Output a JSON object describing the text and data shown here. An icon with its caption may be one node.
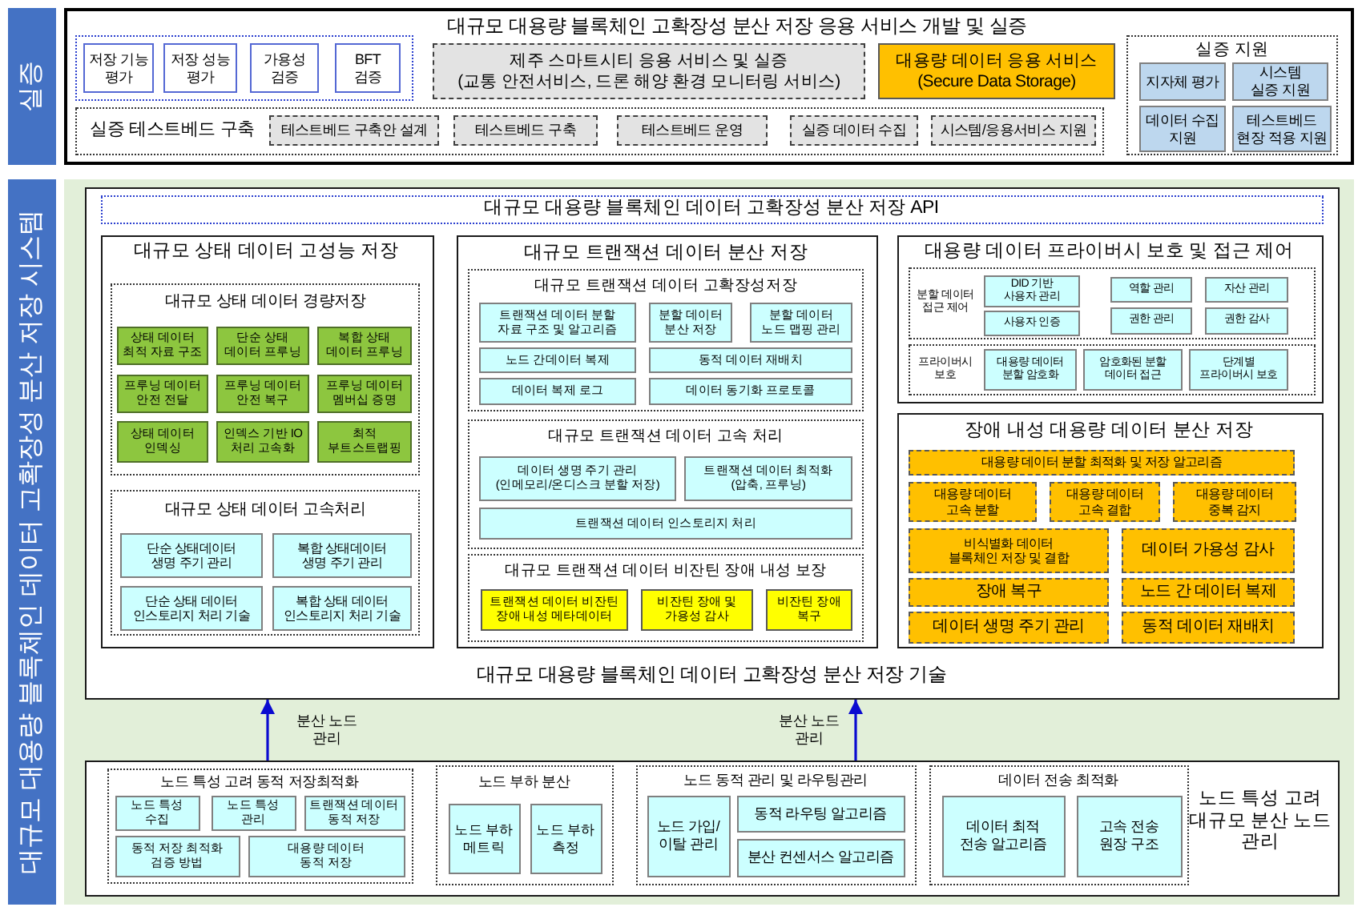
{
  "diagram": {
    "nodes": [
      {
        "text": [
          "실증"
        ]
      },
      {
        "text": [
          "대규모 대용량 블록체인 고확장성 분산 저장 응용 서비스 개발 및 실증"
        ]
      },
      {
        "text": [],
        "shape": "box",
        "in": 1
      },
      {
        "text": [
          "저장 기능 평가"
        ],
        "in": 2
      },
      {
        "text": [
          "저장 성능 평가"
        ],
        "in": 2
      },
      {
        "text": [
          "가용성 검증"
        ],
        "in": 2
      },
      {
        "text": [
          "BFT 검증"
        ],
        "in": 2
      },
      {
        "text": [
          "제주 스마트시티 응용 서비스 및 실증 (교통 안전서비스, 드론 해양 환경 모니터링 서비스)"
        ],
        "in": 1
      },
      {
        "text": [
          "대용량 데이터 응용 서비스 (Secure Data Storage)"
        ],
        "in": 1
      },
      {
        "text": [
          "실증 지원"
        ],
        "in": 1
      },
      {
        "text": [
          "지자체 평가"
        ],
        "in": 9
      },
      {
        "text": [
          "시스템 실증 지원"
        ],
        "in": 9
      },
      {
        "text": [
          "데이터 수집 지원"
        ],
        "in": 9
      },
      {
        "text": [
          "테스트베드 현장 적용 지원"
        ],
        "in": 9
      },
      {
        "text": [
          "실증 테스트베드 구축"
        ],
        "in": 1
      },
      {
        "text": [
          "테스트베드 구축안 설계"
        ],
        "in": 14
      },
      {
        "text": [
          "테스트베드 구축"
        ],
        "in": 14
      },
      {
        "text": [
          "테스트베드 운영"
        ],
        "in": 14
      },
      {
        "text": [
          "실증 데이터 수집"
        ],
        "in": 14
      },
      {
        "text": [
          "시스템/응용서비스 지원"
        ],
        "in": 14
      },
      {
        "text": [
          "대규모 대용량 블록체인 데이터 고확장성 분산 저장 시스템"
        ]
      },
      {
        "text": [
          "대규모 대용량 블록체인 데이터 고확장성 분산 저장 기술"
        ]
      },
      {
        "text": [
          "대규모 대용량 블록체인 데이터 고확장성 분산 저장 API"
        ],
        "in": 21
      },
      {
        "text": [
          "대규모 상태 데이터 고성능 저장"
        ],
        "in": 21
      },
      {
        "text": [
          "대규모 상태 데이터 경량저장"
        ],
        "in": 23
      },
      {
        "text": [
          "상태 데이터 최적 자료 구조"
        ],
        "in": 24
      },
      {
        "text": [
          "단순 상태 데이터 프루닝"
        ],
        "in": 24
      },
      {
        "text": [
          "복합 상태 데이터 프루닝"
        ],
        "in": 24
      },
      {
        "text": [
          "프루닝 데이터 안전 전달"
        ],
        "in": 24
      },
      {
        "text": [
          "프루닝 데이터 안전 복구"
        ],
        "in": 24
      },
      {
        "text": [
          "프루닝 데이터 멤버십 증명"
        ],
        "in": 24
      },
      {
        "text": [
          "상태 데이터 인덱싱"
        ],
        "in": 24
      },
      {
        "text": [
          "인덱스 기반 IO 처리 고속화"
        ],
        "in": 24
      },
      {
        "text": [
          "최적 부트스트랩핑"
        ],
        "in": 24
      },
      {
        "text": [
          "대규모 상태 데이터 고속처리"
        ],
        "in": 23
      },
      {
        "text": [
          "단순 상태데이터 생명 주기 관리"
        ],
        "in": 34
      },
      {
        "text": [
          "복합 상태데이터 생명 주기 관리"
        ],
        "in": 34
      },
      {
        "text": [
          "단순 상태 데이터 인스토리지 처리 기술"
        ],
        "in": 34
      },
      {
        "text": [
          "복합 상태 데이터 인스토리지 처리 기술"
        ],
        "in": 34
      },
      {
        "text": [
          "대규모 트랜잭션 데이터 분산 저장"
        ],
        "in": 21
      },
      {
        "text": [
          "대규모 트랜잭션 데이터 고확장성저장"
        ],
        "in": 39
      },
      {
        "text": [
          "트랜잭션 데이터 분할 자료 구조 및 알고리즘"
        ],
        "in": 40
      },
      {
        "text": [
          "분할 데이터 분산 저장"
        ],
        "in": 40
      },
      {
        "text": [
          "분할 데이터 노드 맵핑 관리"
        ],
        "in": 40
      },
      {
        "text": [
          "노드 간데이터 복제"
        ],
        "in": 40
      },
      {
        "text": [
          "동적 데이터 재배치"
        ],
        "in": 40
      },
      {
        "text": [
          "데이터 복제 로그"
        ],
        "in": 40
      },
      {
        "text": [
          "데이터 동기화 프로토콜"
        ],
        "in": 40
      },
      {
        "text": [
          "대규모 트랜잭션 데이터 고속 처리"
        ],
        "in": 39
      },
      {
        "text": [
          "데이터 생명 주기 관리 (인메모리/온디스크 분할 저장)"
        ],
        "in": 48
      },
      {
        "text": [
          "트랜잭션 데이터 최적화 (압축, 프루닝)"
        ],
        "in": 48
      },
      {
        "text": [
          "트랜잭션 데이터 인스토리지 처리"
        ],
        "in": 48
      },
      {
        "text": [
          "대규모 트랜잭션 데이터 비잔틴 장애 내성 보장"
        ],
        "in": 39
      },
      {
        "text": [
          "트랜잭션 데이터 비잔틴 장애 내성 메타데이터"
        ],
        "in": 52
      },
      {
        "text": [
          "비잔틴 장애 및 가용성 감사"
        ],
        "in": 52
      },
      {
        "text": [
          "비잔틴 장애 복구"
        ],
        "in": 52
      },
      {
        "text": [
          "대용량 데이터 프라이버시 보호 및 접근 제어"
        ],
        "in": 21
      },
      {
        "text": [
          "분할 데이터 접근 제어"
        ],
        "in": 56
      },
      {
        "text": [
          "DID 기반 사용자 관리"
        ],
        "in": 57
      },
      {
        "text": [
          "역할 관리"
        ],
        "in": 57
      },
      {
        "text": [
          "자산 관리"
        ],
        "in": 57
      },
      {
        "text": [
          "사용자 인증"
        ],
        "in": 57
      },
      {
        "text": [
          "권한 관리"
        ],
        "in": 57
      },
      {
        "text": [
          "권한 감사"
        ],
        "in": 57
      },
      {
        "text": [
          "프라이버시 보호"
        ],
        "in": 56
      },
      {
        "text": [
          "대용량 데이터 분할 암호화"
        ],
        "in": 64
      },
      {
        "text": [
          "암호화된 분할 데이터 접근"
        ],
        "in": 64
      },
      {
        "text": [
          "단계별 프라이버시 보호"
        ],
        "in": 64
      },
      {
        "text": [
          "장애 내성 대용량 데이터 분산 저장"
        ],
        "in": 21
      },
      {
        "text": [
          "대용량 데이터 분할 최적화 및 저장 알고리즘"
        ],
        "in": 68
      },
      {
        "text": [
          "대용량 데이터 고속 분할"
        ],
        "in": 68
      },
      {
        "text": [
          "대용량 데이터 고속 결합"
        ],
        "in": 68
      },
      {
        "text": [
          "대용량 데이터 중복 감지"
        ],
        "in": 68
      },
      {
        "text": [
          "비식별화 데이터 블록체인 저장 및 결합"
        ],
        "in": 68
      },
      {
        "text": [
          "데이터 가용성 감사"
        ],
        "in": 68
      },
      {
        "text": [
          "장애 복구"
        ],
        "in": 68
      },
      {
        "text": [
          "노드 간 데이터 복제"
        ],
        "in": 68
      },
      {
        "text": [
          "데이터 생명 주기 관리"
        ],
        "in": 68
      },
      {
        "text": [
          "동적 데이터 재배치"
        ],
        "in": 68
      },
      {
        "text": [
          "노드 특성 고려 대규모 분산 노드 관리"
        ]
      },
      {
        "text": [
          "노드 특성 고려 동적 저장최적화"
        ],
        "in": 79
      },
      {
        "text": [
          "노드 특성 수집"
        ],
        "in": 80
      },
      {
        "text": [
          "노드 특성 관리"
        ],
        "in": 80
      },
      {
        "text": [
          "트랜잭션 데이터 동적 저장"
        ],
        "in": 80
      },
      {
        "text": [
          "동적 저장 최적화 검증 방법"
        ],
        "in": 80
      },
      {
        "text": [
          "대용량 데이터 동적 저장"
        ],
        "in": 80
      },
      {
        "text": [
          "노드 부하 분산"
        ],
        "in": 79
      },
      {
        "text": [
          "노드 부하 메트릭"
        ],
        "in": 86
      },
      {
        "text": [
          "노드 부하 측정"
        ],
        "in": 86
      },
      {
        "text": [
          "노드 동적 관리 및 라우팅관리"
        ],
        "in": 79
      },
      {
        "text": [
          "노드 가입/이탈 관리"
        ],
        "in": 89
      },
      {
        "text": [
          "동적 라우팅 알고리즘"
        ],
        "in": 89
      },
      {
        "text": [
          "분산 컨센서스 알고리즘"
        ],
        "in": 89
      },
      {
        "text": [
          "데이터 전송 최적화"
        ],
        "in": 79
      },
      {
        "text": [
          "데이터 최적 전송 알고리즘"
        ],
        "in": 93
      },
      {
        "text": [
          "고속 전송 원장 구조"
        ],
        "in": 93
      }
    ],
    "edges": [
      {
        "from": 79,
        "to": 21,
        "arrow": "to",
        "label": "분산 노드 관리"
      },
      {
        "from": 79,
        "to": 21,
        "arrow": "to",
        "label": "분산 노드 관리"
      }
    ]
  }
}
